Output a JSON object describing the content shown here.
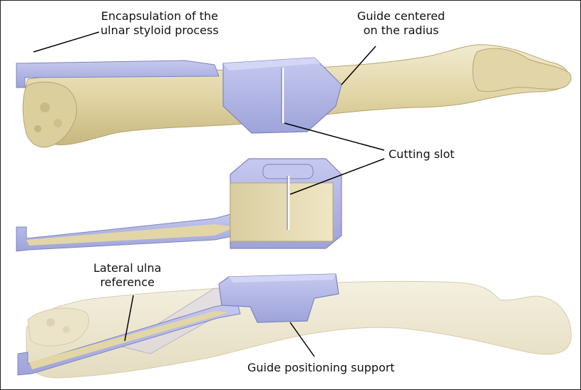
{
  "labels": {
    "encapsulation_line1": "Encapsulation of the",
    "encapsulation_line2": "ulnar styloid process",
    "guide_centered_line1": "Guide centered",
    "guide_centered_line2": "on the radius",
    "cutting_slot": "Cutting slot",
    "lateral_ulna_line1": "Lateral ulna",
    "lateral_ulna_line2": "reference",
    "guide_positioning": "Guide positioning support"
  },
  "colors": {
    "bone": "#e7ddb3",
    "bone_shadow": "#c9b982",
    "bone_faint": "#efe9d2",
    "guide": "#a9aee0",
    "guide_dark": "#8c92cc",
    "guide_light": "#c3c7ee",
    "leader_line": "#000000"
  }
}
